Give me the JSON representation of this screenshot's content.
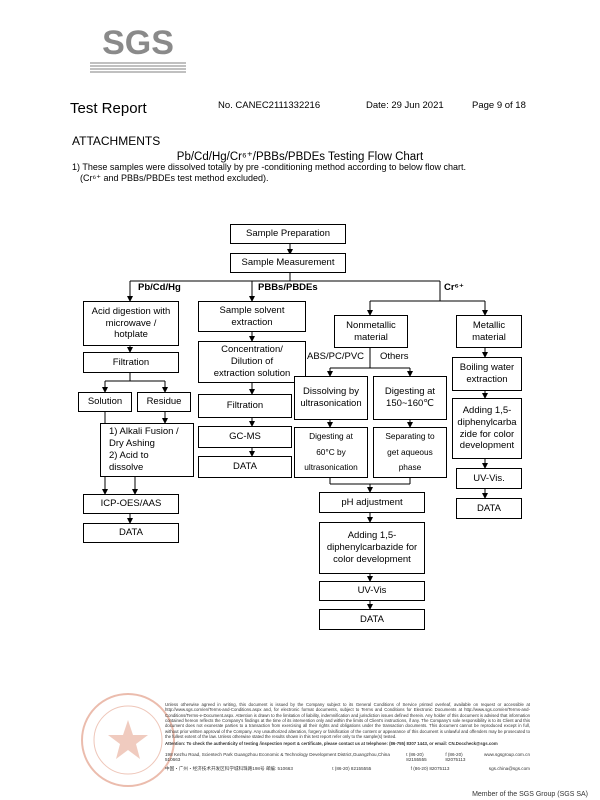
{
  "logo": {
    "text": "SGS"
  },
  "header": {
    "title": "Test Report",
    "report_no": "No. CANEC2111332216",
    "date": "Date: 29 Jun 2021",
    "page": "Page 9 of 18"
  },
  "attachments": "ATTACHMENTS",
  "flow_title": "Pb/Cd/Hg/Cr⁶⁺/PBBs/PBDEs Testing Flow Chart",
  "notes": [
    "1) These samples were dissolved totally by pre -conditioning method according to below flow chart.",
    "(Cr⁶⁺ and PBBs/PBDEs test method excluded)."
  ],
  "branches": {
    "pbcdhg": "Pb/Cd/Hg",
    "pbbs": "PBBs/PBDEs",
    "cr6": "Cr⁶⁺"
  },
  "sublabels": {
    "abs": "ABS/PC/PVC",
    "others": "Others"
  },
  "boxes": {
    "sample_prep": "Sample Preparation",
    "sample_meas": "Sample Measurement",
    "acid_digestion": "Acid digestion with\nmicrowave /\nhotplate",
    "filtration_1": "Filtration",
    "solution": "Solution",
    "residue": "Residue",
    "alkali": "1) Alkali Fusion /\n   Dry Ashing\n2) Acid to\n   dissolve",
    "icp": "ICP-OES/AAS",
    "data_1": "DATA",
    "solvent": "Sample solvent\nextraction",
    "concentration": "Concentration/\nDilution of\nextraction solution",
    "filtration_2": "Filtration",
    "gcms": "GC-MS",
    "data_2": "DATA",
    "nonmetallic": "Nonmetallic\nmaterial",
    "dissolving": "Dissolving by\nultrasonication",
    "digesting": "Digesting at\n150~160℃",
    "digest60": "Digesting at\n60°C by\nultrasonication",
    "separating": "Separating to\nget aqueous\nphase",
    "ph": "pH adjustment",
    "adding_nm": "Adding 1,5-\ndiphenylcarbazide for\ncolor development",
    "uvvis_nm": "UV-Vis",
    "data_nm": "DATA",
    "metallic": "Metallic\nmaterial",
    "boiling": "Boiling water\nextraction",
    "adding_m": "Adding 1,5-\ndiphenylcarba\nzide for color\ndevelopment",
    "uvvis_m": "UV-Vis.",
    "data_m": "DATA"
  },
  "footer": {
    "disclaimer": "Unless otherwise agreed in writing, this document is issued by the Company subject to its General Conditions of Service printed overleaf, available on request or accessible at http://www.sgs.com/en/Terms-and-Conditions.aspx and, for electronic format documents, subject to Terms and Conditions for Electronic Documents at http://www.sgs.com/en/Terms-and-Conditions/Terms-e-Document.aspx. Attention is drawn to the limitation of liability, indemnification and jurisdiction issues defined therein. Any holder of this document is advised that information contained hereon reflects the Company's findings at the time of its intervention only and within the limits of Client's instructions, if any. The Company's sole responsibility is to its Client and this document does not exonerate parties to a transaction from exercising all their rights and obligations under the transaction documents. This document cannot be reproduced except in full, without prior written approval of the Company. Any unauthorized alteration, forgery or falsification of the content or appearance of this document is unlawful and offenders may be prosecuted to the fullest extent of the law. Unless otherwise stated the results shown in this test report refer only to the sample(s) tested.",
    "attention": "Attention: To check the authenticity of testing /inspection report & certificate, please contact us at telephone: (86-755) 8307 1443, or email: CN.Doccheck@sgs.com",
    "addr_en": "198 Kezhu Road, Scientech Park Guangzhou Economic & Technology Development District,Guangzhou,China 510663",
    "addr_tel": "t (86-20) 82155555",
    "addr_fax": "f (86-20) 82075113",
    "addr_web": "www.sgsgroup.com.cn",
    "addr_cn": "中国・广州・经济技术开发区科学城科珠路198号 邮编: 510663",
    "addr_tel2": "t (86-20) 82155555",
    "addr_fax2": "f (86-20) 82075113",
    "addr_mail": "sgs.china@sgs.com",
    "member": "Member of the SGS Group (SGS SA)"
  }
}
